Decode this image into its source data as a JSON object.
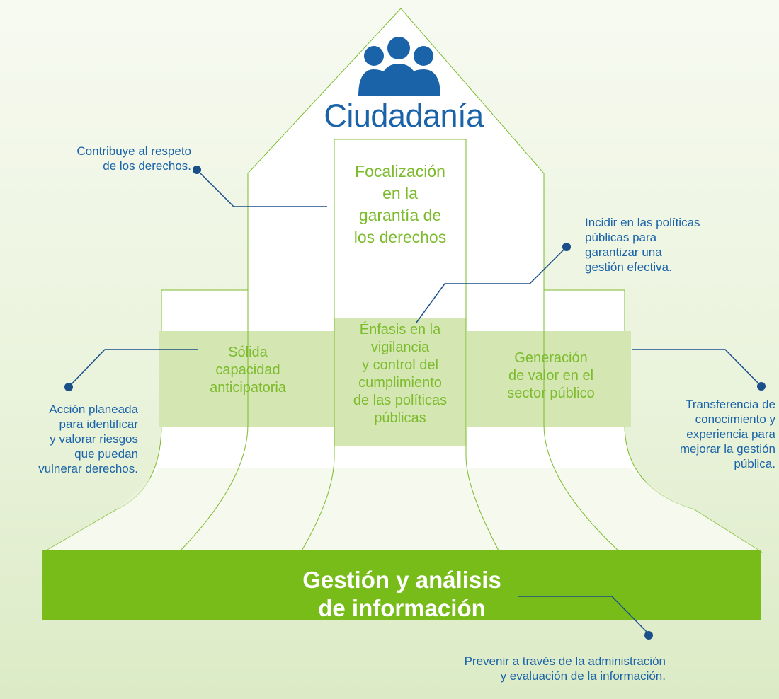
{
  "top": {
    "title": "Ciudadanía",
    "center_column": "Focalización\nen la\ngarantía de\nlos derechos",
    "center_band": "Énfasis en la\nvigilancia\ny control del\ncumplimiento\nde las políticas\npúblicas"
  },
  "left": {
    "band": "Sólida\ncapacidad\nanticipatoria"
  },
  "right": {
    "band": "Generación\nde valor en el\nsector público"
  },
  "base": {
    "title": "Gestión y análisis\nde información"
  },
  "notes": {
    "rights": "Contribuye al respeto\nde los derechos.",
    "policies": "Incidir en las políticas\npúblicas para\ngarantizar una\ngestión efectiva.",
    "risks": "Acción planeada\npara identificar\ny valorar riesgos\nque puedan\nvulnerar derechos.",
    "knowledge": "Transferencia de\nconocimiento y\nexperiencia para\nmejorar la gestión\npública.",
    "information": "Prevenir a través de la administración\ny evaluación de la información."
  },
  "colors": {
    "green": "#7cbb2c",
    "band": "#d4e6b2",
    "blue": "#1a63a8",
    "base_fill": "#78bc1a",
    "connector": "#1a4f8a"
  },
  "icons": {
    "citizens": "people-group-icon"
  }
}
